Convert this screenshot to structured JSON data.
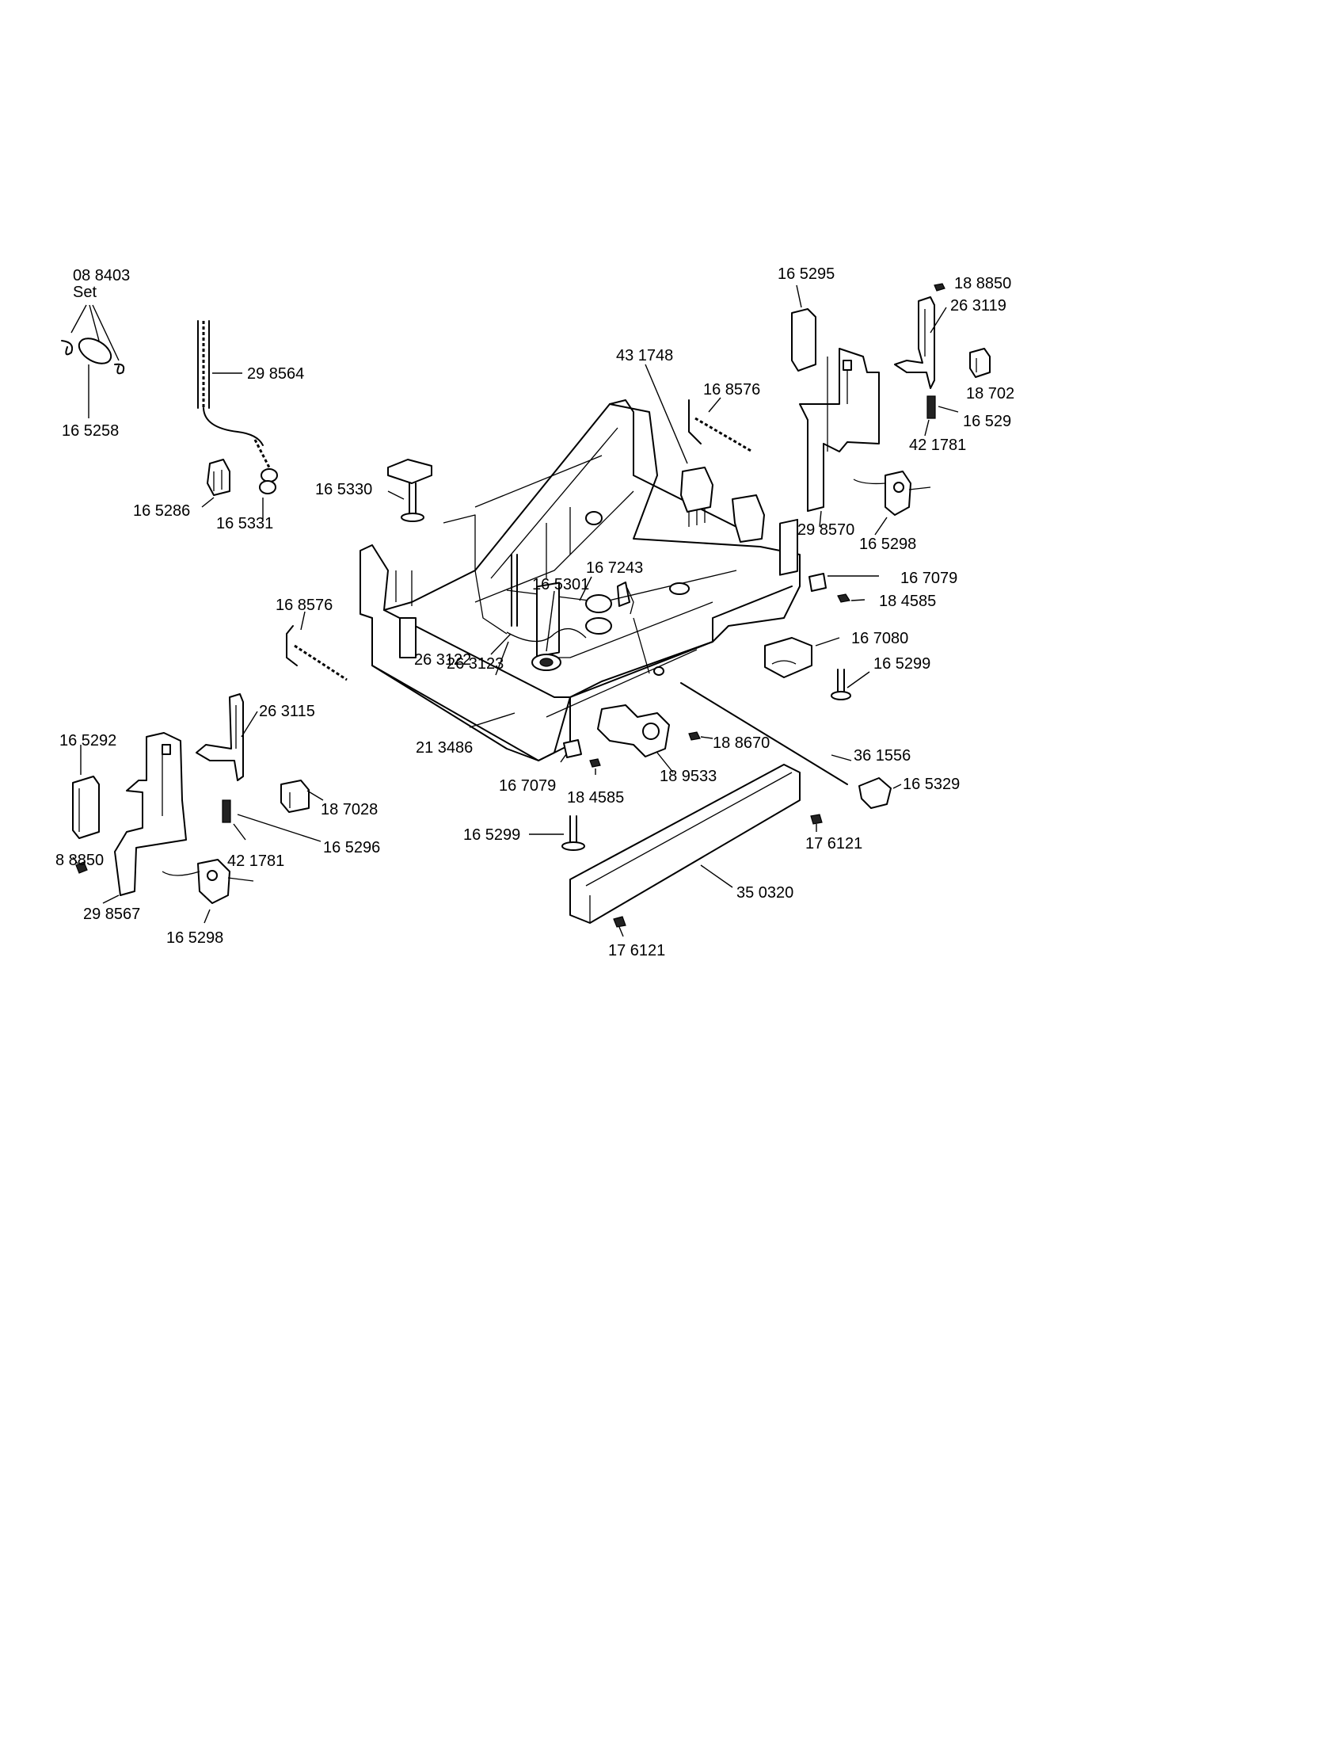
{
  "labels": {
    "kit_088403": "08 8403",
    "kit_set": "Set",
    "p165258": "16 5258",
    "p298564": "29 8564",
    "p165286": "16 5286",
    "p165331": "16 5331",
    "p165330": "16 5330",
    "p431748": "43 1748",
    "p168576_top": "16 8576",
    "p165295": "16 5295",
    "p188850_top": "18 8850",
    "p263119": "26 3119",
    "p187028_top": "18 702",
    "p165296_top": "16 529",
    "p421781_top": "42 1781",
    "p298570": "29 8570",
    "p165298_top": "16 5298",
    "p167079_right": "16 7079",
    "p184585_right": "18 4585",
    "p167080": "16 7080",
    "p165299_right": "16 5299",
    "p167243": "16 7243",
    "p165301": "16 5301",
    "p263122": "26 3122",
    "p263123": "26 3123",
    "p168576_left": "16 8576",
    "p263115": "26 3115",
    "p165292": "16 5292",
    "p187028_left": "18 7028",
    "p421781_left": "42 1781",
    "p165296_left": "16 5296",
    "p188850_left": "8 8850",
    "p298567": "29 8567",
    "p165298_left": "16 5298",
    "p213486": "21 3486",
    "p188670": "18 8670",
    "p189533": "18 9533",
    "p167079_center": "16 7079",
    "p184585_center": "18 4585",
    "p361556": "36 1556",
    "p165329": "16 5329",
    "p165299_center": "16 5299",
    "p176121_right": "17 6121",
    "p350320": "35 0320",
    "p176121_bottom": "17 6121"
  }
}
